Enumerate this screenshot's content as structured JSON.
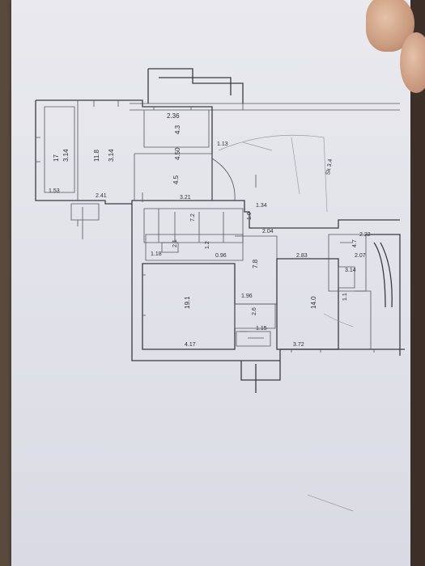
{
  "plan": {
    "rooms": [
      {
        "id": "r1",
        "area": "17",
        "width": "3.14"
      },
      {
        "id": "r2",
        "area": "11.8",
        "width": "3.14"
      },
      {
        "id": "r3",
        "area": "4.3",
        "width": "2.36"
      },
      {
        "id": "r4",
        "area": "4.5",
        "width": "4.50"
      },
      {
        "id": "r5",
        "area": "7.2"
      },
      {
        "id": "r6",
        "area": "2.1"
      },
      {
        "id": "r7",
        "area": "1.2"
      },
      {
        "id": "r8",
        "area": "1.0"
      },
      {
        "id": "r9",
        "area": "19.1"
      },
      {
        "id": "r10",
        "area": "7.8"
      },
      {
        "id": "r11",
        "area": "2.6"
      },
      {
        "id": "r12",
        "area": "14.0"
      },
      {
        "id": "r13",
        "area": "4.7"
      },
      {
        "id": "r14",
        "area": "1.1"
      }
    ],
    "dims": [
      "1.53",
      "2.41",
      "3.21",
      "1.13",
      "1.34",
      "2.04",
      "2.83",
      "2.22",
      "2.07",
      "1.96",
      "4.17",
      "3.72",
      "1.15",
      "1.18",
      "0.96",
      "3.14"
    ],
    "annotations": [
      "Sk 3.4"
    ]
  }
}
